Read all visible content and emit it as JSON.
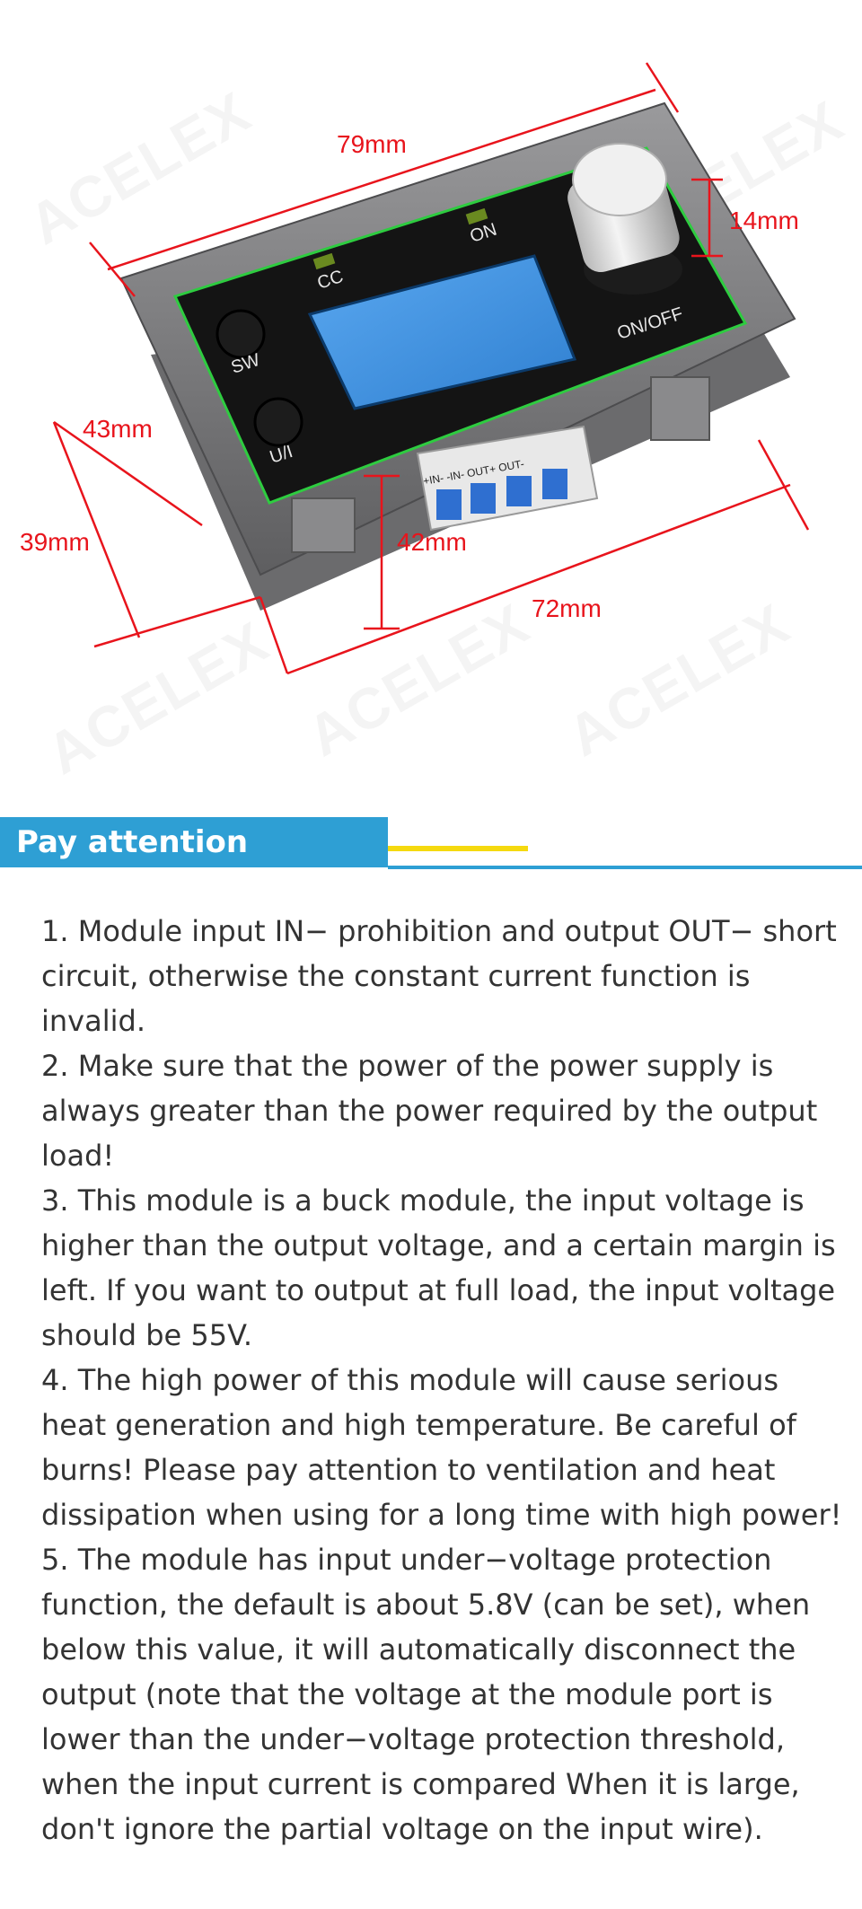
{
  "figure": {
    "watermark": "ACELEX",
    "dimensions": {
      "width_top": "79mm",
      "knob_height": "14mm",
      "panel_height": "43mm",
      "body_height": "39mm",
      "terminal_height": "42mm",
      "body_width": "72mm"
    },
    "device_labels": {
      "cc": "CC",
      "on": "ON",
      "sw": "SW",
      "ui": "U/I",
      "onoff": "ON/OFF",
      "terminal": "+IN- -IN- OUT+ OUT-"
    },
    "colors": {
      "dimension": "#e8141c",
      "case": "#7a7a7c",
      "bezel_border": "#2ecc40",
      "screen": "#3b8fe0"
    }
  },
  "section": {
    "title": "Pay attention",
    "colors": {
      "bar": "#2e9fd4",
      "accent": "#f5d90f"
    }
  },
  "notes": [
    "1. Module input IN− prohibition and output OUT− short circuit, otherwise the constant current function is invalid.",
    "2. Make sure that the power of the power supply is always greater than the power required by the output load!",
    "3. This module is a buck module, the input voltage is higher than the output voltage, and a certain margin is left. If you want to output at full load, the input voltage should be 55V.",
    "4. The high power of this module will cause serious heat generation and high temperature. Be careful of burns! Please pay attention to ventilation and heat dissipation when using for a long time with high power!",
    "5. The module has input under−voltage protection function, the default is about 5.8V (can be set), when below this value, it will automatically disconnect the output (note that the voltage at the module port is lower than the under−voltage protection threshold, when the input current is compared When it is large, don't ignore the partial voltage on the input wire)."
  ]
}
